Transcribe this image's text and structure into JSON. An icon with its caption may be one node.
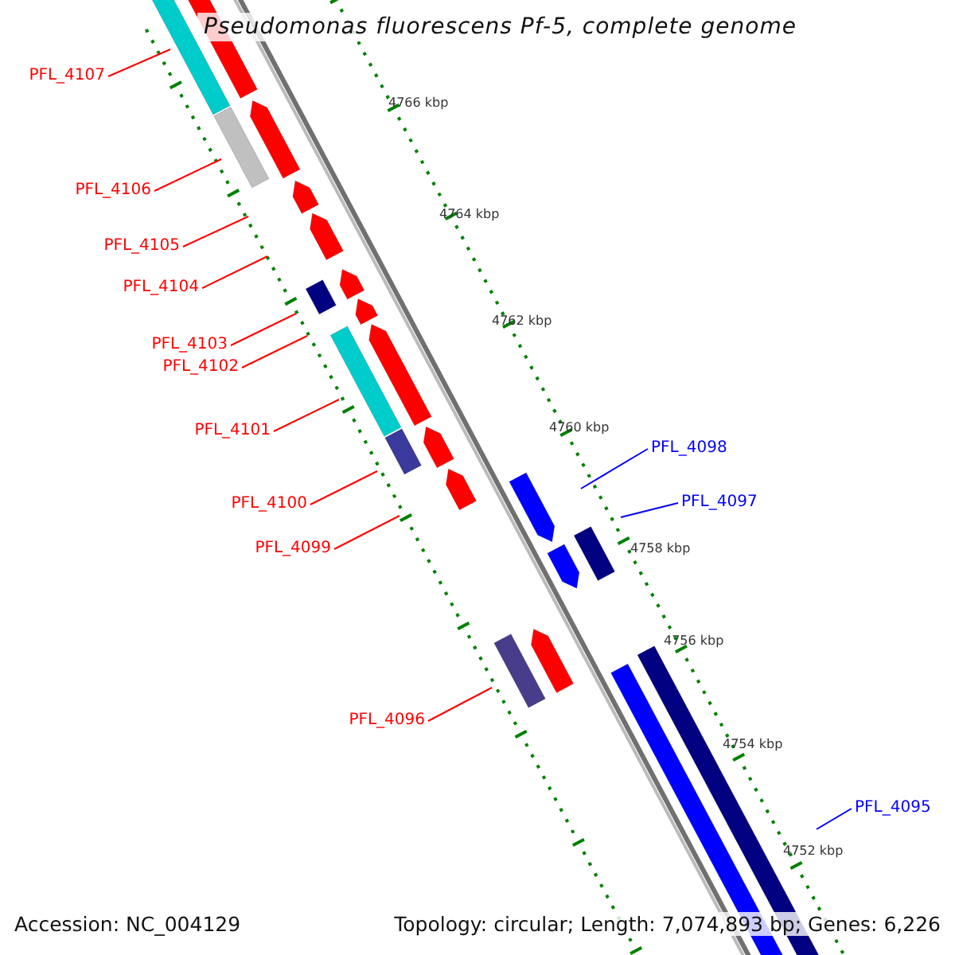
{
  "diagram": {
    "title": "Pseudomonas fluorescens Pf-5, complete genome",
    "nodes": [
      {
        "text": [
          "PFL_4107"
        ]
      },
      {
        "text": [
          "PFL_4106"
        ]
      },
      {
        "text": [
          "PFL_4105"
        ]
      },
      {
        "text": [
          "PFL_4104"
        ]
      },
      {
        "text": [
          "PFL_4103"
        ]
      },
      {
        "text": [
          "PFL_4102"
        ]
      },
      {
        "text": [
          "PFL_4101"
        ]
      },
      {
        "text": [
          "PFL_4098"
        ]
      },
      {
        "text": [
          "PFL_4097"
        ]
      },
      {
        "text": [
          "PFL_4100"
        ]
      },
      {
        "text": [
          "PFL_4099"
        ]
      },
      {
        "text": [
          "PFL_4096"
        ]
      },
      {
        "text": [
          "PFL_4095"
        ]
      }
    ],
    "edges": [
      {
        "from": 0,
        "to": null,
        "arrow": "none"
      },
      {
        "from": 1,
        "to": null,
        "arrow": "none"
      },
      {
        "from": 2,
        "to": null,
        "arrow": "none"
      },
      {
        "from": 3,
        "to": null,
        "arrow": "none"
      },
      {
        "from": 4,
        "to": null,
        "arrow": "none"
      },
      {
        "from": 5,
        "to": null,
        "arrow": "none"
      },
      {
        "from": 6,
        "to": null,
        "arrow": "none"
      },
      {
        "from": 7,
        "to": null,
        "arrow": "none",
        "color": "#0000ff"
      },
      {
        "from": 8,
        "to": null,
        "arrow": "none",
        "color": "#0000ff"
      },
      {
        "from": 9,
        "to": null,
        "arrow": "none"
      },
      {
        "from": 10,
        "to": null,
        "arrow": "none"
      },
      {
        "from": 11,
        "to": null,
        "arrow": "none"
      },
      {
        "from": 12,
        "to": null,
        "arrow": "none",
        "color": "#0000ff"
      }
    ],
    "labels": [
      "4766 kbp",
      "4764 kbp",
      "4762 kbp",
      "4760 kbp",
      "4758 kbp",
      "4756 kbp",
      "4754 kbp",
      "4752 kbp",
      "Accession: NC_004129",
      "Topology: circular; Length: 7,074,893 bp; Genes: 6,226"
    ]
  }
}
